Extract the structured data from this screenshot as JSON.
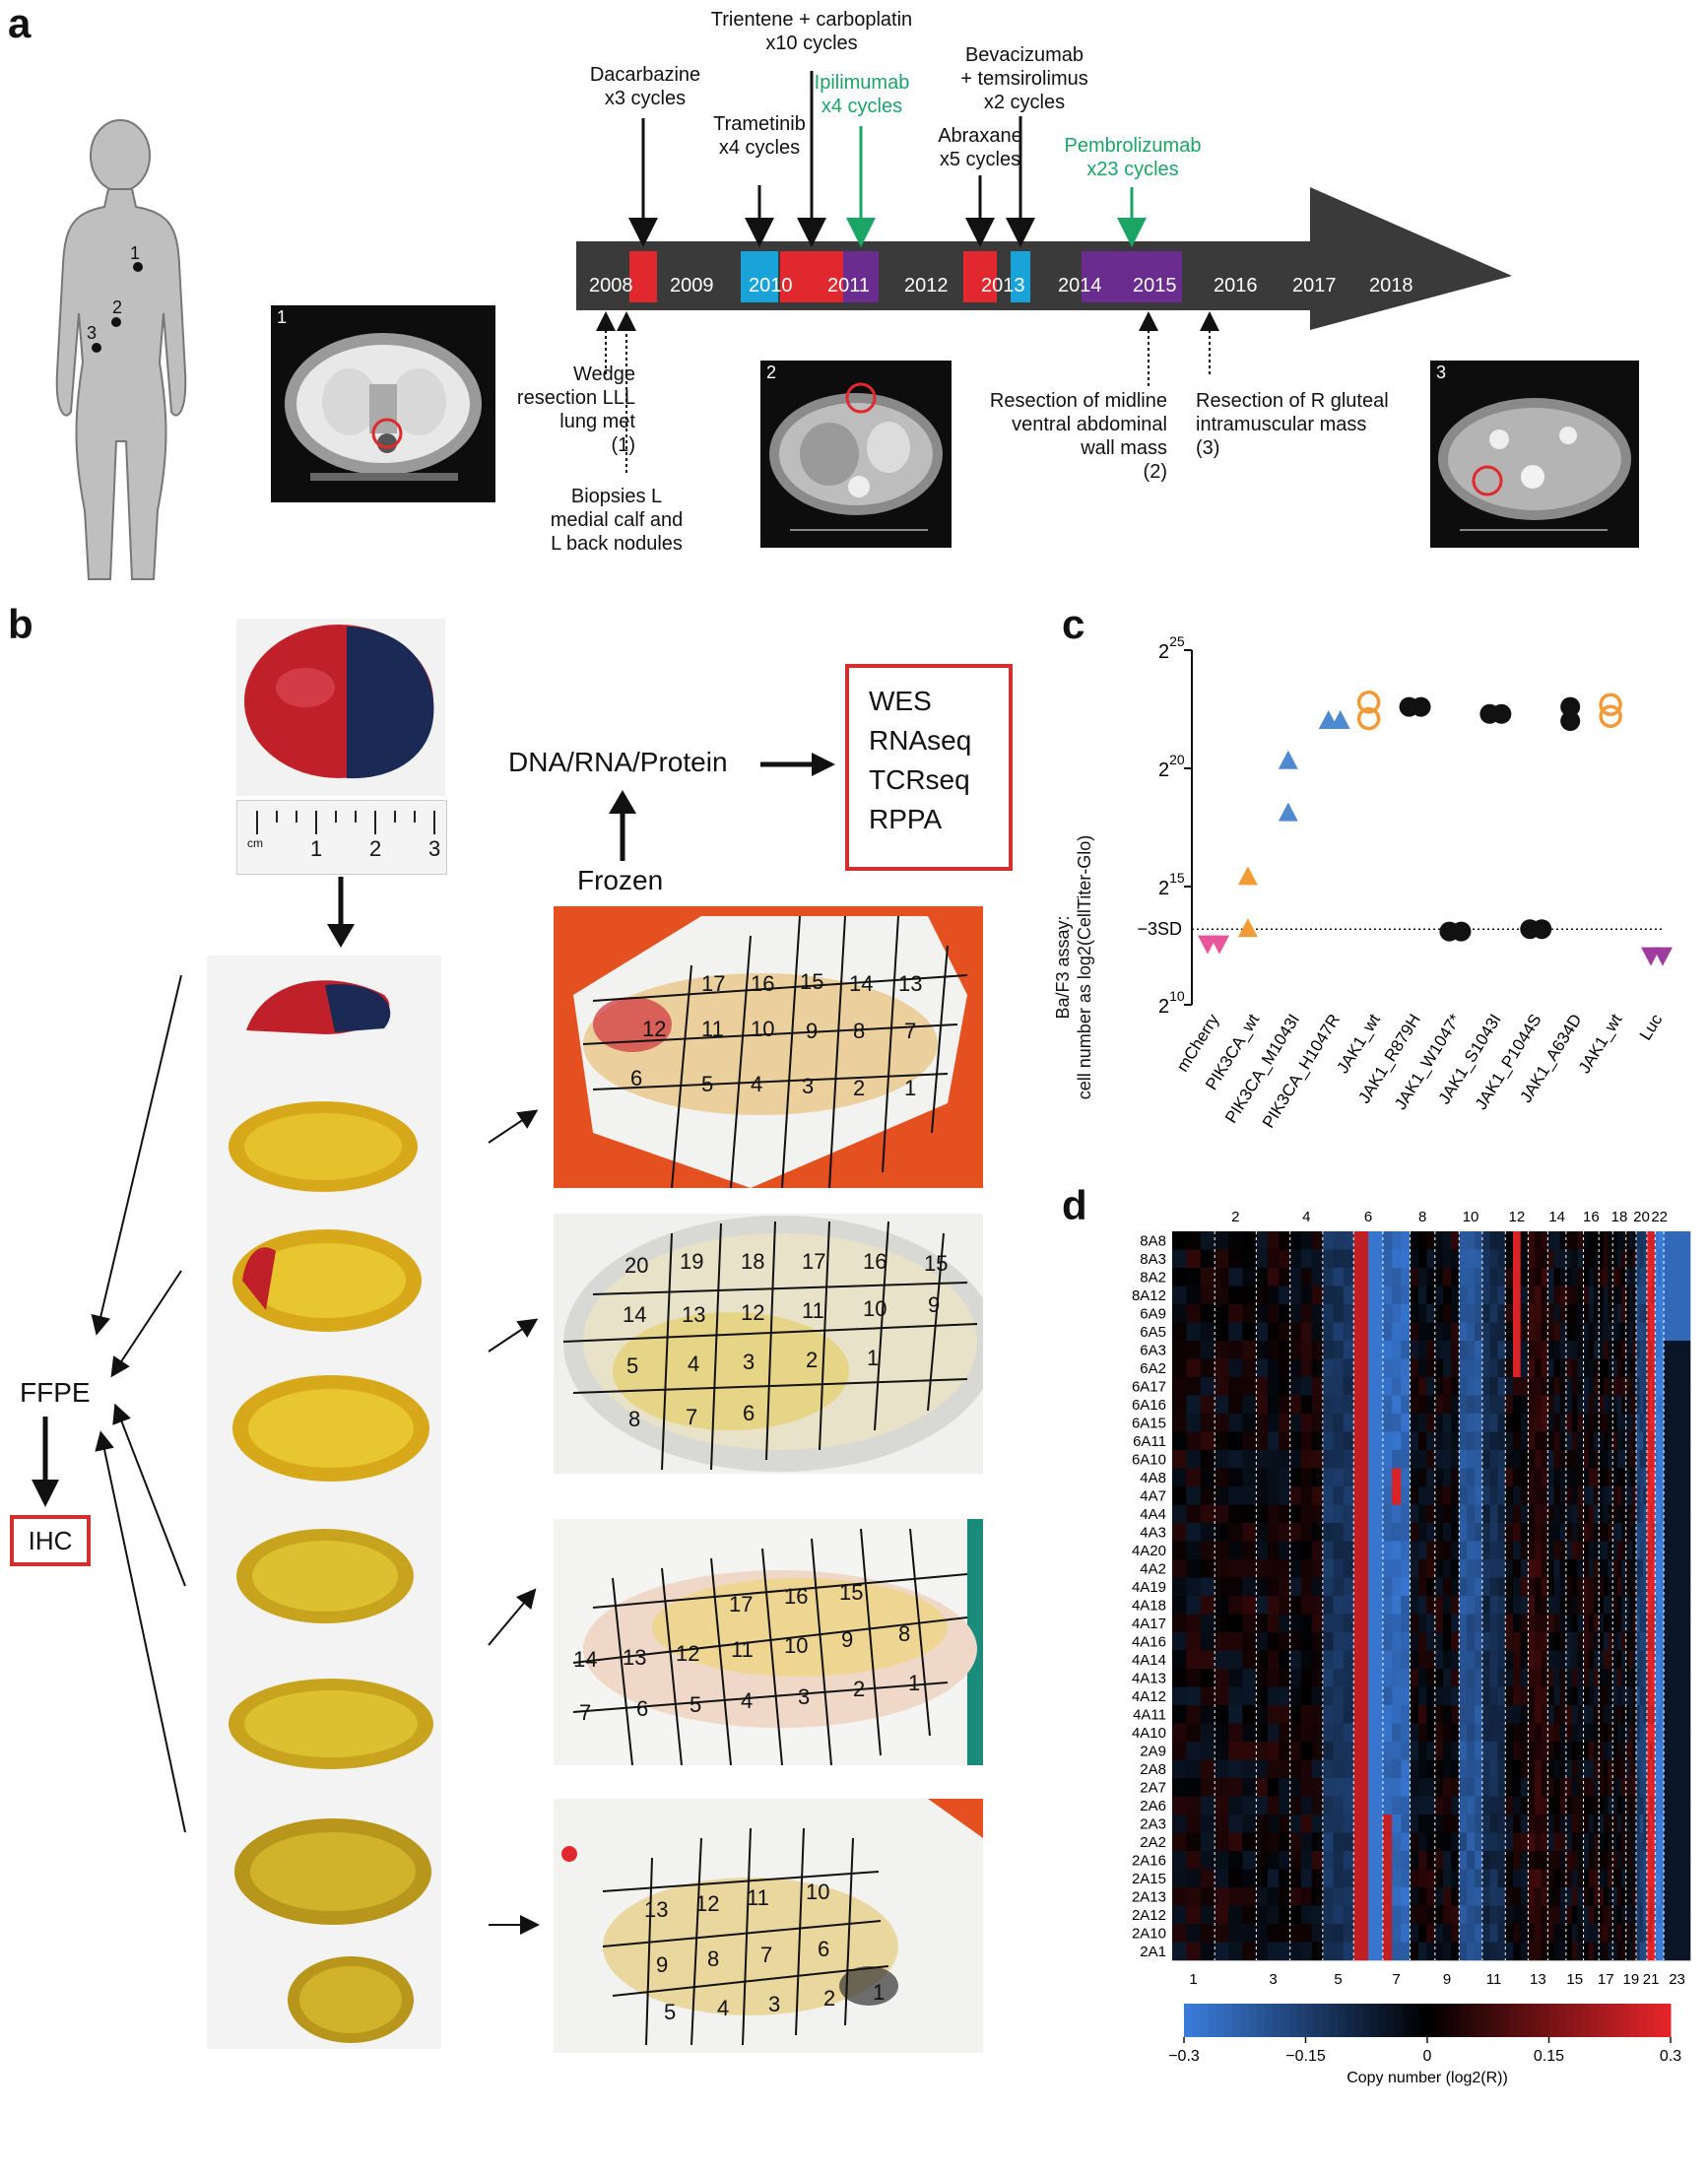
{
  "panels": {
    "a": "a",
    "b": "b",
    "c": "c",
    "d": "d"
  },
  "panel_a": {
    "body_sites": [
      "1",
      "2",
      "3"
    ],
    "years": [
      "2008",
      "2009",
      "2010",
      "2011",
      "2012",
      "2013",
      "2014",
      "2015",
      "2016",
      "2017",
      "2018"
    ],
    "treatments": [
      {
        "line1": "Dacarbazine",
        "line2": "x3 cycles",
        "green": false
      },
      {
        "line1": "Trametinib",
        "line2": "x4 cycles",
        "green": false
      },
      {
        "line1": "Trientene + carboplatin",
        "line2": "x10 cycles",
        "green": false
      },
      {
        "line1": "Ipilimumab",
        "line2": "x4 cycles",
        "green": true
      },
      {
        "line1": "Abraxane",
        "line2": "x5 cycles",
        "green": false
      },
      {
        "line1": "Bevacizumab",
        "line2": "+ temsirolimus",
        "line3": "x2 cycles",
        "green": false
      },
      {
        "line1": "Pembrolizumab",
        "line2": "x23 cycles",
        "green": true
      }
    ],
    "events": {
      "wedge": [
        "Wedge",
        "resection LLL",
        "lung met",
        "(1)"
      ],
      "biopsies": [
        "Biopsies L",
        "medial calf and",
        "L back nodules"
      ],
      "midline": [
        "Resection of midline",
        "ventral abdominal",
        "wall mass",
        "(2)"
      ],
      "gluteal": [
        "Resection of R gluteal",
        "intramuscular mass",
        "(3)"
      ]
    },
    "ct_labels": [
      "1",
      "2",
      "3"
    ],
    "colors": {
      "red": "#e0282e",
      "blue": "#1aa3d9",
      "purple": "#6a2c8f",
      "arrow": "#3a3a3a",
      "green": "#1aa564"
    }
  },
  "panel_b": {
    "ruler_labels": [
      "cm",
      "1",
      "2",
      "3"
    ],
    "dna": "DNA/RNA/Protein",
    "assays": [
      "WES",
      "RNAseq",
      "TCRseq",
      "RPPA"
    ],
    "frozen": "Frozen",
    "ffpe": "FFPE",
    "ihc": "IHC",
    "grid1": [
      "17",
      "16",
      "15",
      "14",
      "13",
      "12",
      "11",
      "10",
      "9",
      "8",
      "7",
      "6",
      "5",
      "4",
      "3",
      "2",
      "1"
    ],
    "grid2": [
      "20",
      "19",
      "18",
      "17",
      "16",
      "15",
      "14",
      "13",
      "12",
      "11",
      "10",
      "9",
      "5",
      "4",
      "3",
      "2",
      "1",
      "8",
      "7",
      "6"
    ],
    "grid3": [
      "17",
      "16",
      "15",
      "14",
      "13",
      "12",
      "11",
      "10",
      "9",
      "8",
      "7",
      "6",
      "5",
      "4",
      "3",
      "2",
      "1"
    ],
    "grid4": [
      "13",
      "12",
      "11",
      "10",
      "9",
      "8",
      "7",
      "6",
      "5",
      "4",
      "3",
      "2",
      "1"
    ]
  },
  "chart_data": [
    {
      "type": "scatter",
      "ylabel": "Ba/F3 assay:\ncell number as log2(CellTiter-Glo)",
      "yticks": [
        {
          "exp": "25",
          "value": 25
        },
        {
          "exp": "20",
          "value": 20
        },
        {
          "exp": "15",
          "value": 15
        },
        {
          "exp": "10",
          "value": 10
        }
      ],
      "ylim": [
        10,
        25
      ],
      "threshold": {
        "label": "−3SD",
        "value": 13.2
      },
      "categories": [
        "mCherry",
        "PIK3CA_wt",
        "PIK3CA_M1043I",
        "PIK3CA_H1047R",
        "JAK1_wt",
        "JAK1_R879H",
        "JAK1_W1047*",
        "JAK1_S1043I",
        "JAK1_P1044S",
        "JAK1_A634D",
        "JAK1_wt",
        "Luc"
      ],
      "points": [
        {
          "cat": 0,
          "y": 12.6,
          "marker": "tri-down",
          "color": "#e8559a"
        },
        {
          "cat": 0,
          "y": 12.6,
          "marker": "tri-down",
          "color": "#e8559a"
        },
        {
          "cat": 1,
          "y": 13.2,
          "marker": "tri-up",
          "color": "#f29a36"
        },
        {
          "cat": 1,
          "y": 15.4,
          "marker": "tri-up",
          "color": "#f29a36"
        },
        {
          "cat": 2,
          "y": 18.1,
          "marker": "tri-up",
          "color": "#4f8ad0"
        },
        {
          "cat": 2,
          "y": 20.3,
          "marker": "tri-up",
          "color": "#4f8ad0"
        },
        {
          "cat": 3,
          "y": 22.0,
          "marker": "tri-up",
          "color": "#4f8ad0"
        },
        {
          "cat": 3,
          "y": 22.0,
          "marker": "tri-up",
          "color": "#4f8ad0"
        },
        {
          "cat": 4,
          "y": 22.1,
          "marker": "circle-open",
          "color": "#f29a36"
        },
        {
          "cat": 4,
          "y": 22.8,
          "marker": "circle-open",
          "color": "#f29a36"
        },
        {
          "cat": 5,
          "y": 22.6,
          "marker": "circle",
          "color": "#111"
        },
        {
          "cat": 5,
          "y": 22.6,
          "marker": "circle",
          "color": "#111"
        },
        {
          "cat": 6,
          "y": 13.1,
          "marker": "circle",
          "color": "#111"
        },
        {
          "cat": 6,
          "y": 13.1,
          "marker": "circle",
          "color": "#111"
        },
        {
          "cat": 7,
          "y": 22.3,
          "marker": "circle",
          "color": "#111"
        },
        {
          "cat": 7,
          "y": 22.3,
          "marker": "circle",
          "color": "#111"
        },
        {
          "cat": 8,
          "y": 13.2,
          "marker": "circle",
          "color": "#111"
        },
        {
          "cat": 8,
          "y": 13.2,
          "marker": "circle",
          "color": "#111"
        },
        {
          "cat": 9,
          "y": 22.0,
          "marker": "circle",
          "color": "#111"
        },
        {
          "cat": 9,
          "y": 22.6,
          "marker": "circle",
          "color": "#111"
        },
        {
          "cat": 10,
          "y": 22.2,
          "marker": "circle-open",
          "color": "#f29a36"
        },
        {
          "cat": 10,
          "y": 22.7,
          "marker": "circle-open",
          "color": "#f29a36"
        },
        {
          "cat": 11,
          "y": 12.1,
          "marker": "tri-down",
          "color": "#a03ca0"
        },
        {
          "cat": 11,
          "y": 12.1,
          "marker": "tri-down",
          "color": "#a03ca0"
        }
      ]
    },
    {
      "type": "heatmap",
      "xlabel": "Copy number (log2(R))",
      "samples": [
        "8A8",
        "8A3",
        "8A2",
        "8A12",
        "6A9",
        "6A5",
        "6A3",
        "6A2",
        "6A17",
        "6A16",
        "6A15",
        "6A11",
        "6A10",
        "4A8",
        "4A7",
        "4A4",
        "4A3",
        "4A20",
        "4A2",
        "4A19",
        "4A18",
        "4A17",
        "4A16",
        "4A14",
        "4A13",
        "4A12",
        "4A11",
        "4A10",
        "2A9",
        "2A8",
        "2A7",
        "2A6",
        "2A3",
        "2A2",
        "2A16",
        "2A15",
        "2A13",
        "2A12",
        "2A10",
        "2A1"
      ],
      "chrom_top": [
        "2",
        "4",
        "6",
        "8",
        "10",
        "12",
        "14",
        "16",
        "18",
        "20",
        "22"
      ],
      "chrom_bottom": [
        "1",
        "3",
        "5",
        "7",
        "9",
        "11",
        "13",
        "15",
        "17",
        "19",
        "21",
        "23"
      ],
      "colorbar_ticks": [
        "−0.3",
        "−0.15",
        "0",
        "0.15",
        "0.3"
      ],
      "range": [
        -0.3,
        0.3
      ],
      "colors": {
        "low": "#3b7ddd",
        "mid": "#000000",
        "high": "#e8252a"
      }
    }
  ]
}
